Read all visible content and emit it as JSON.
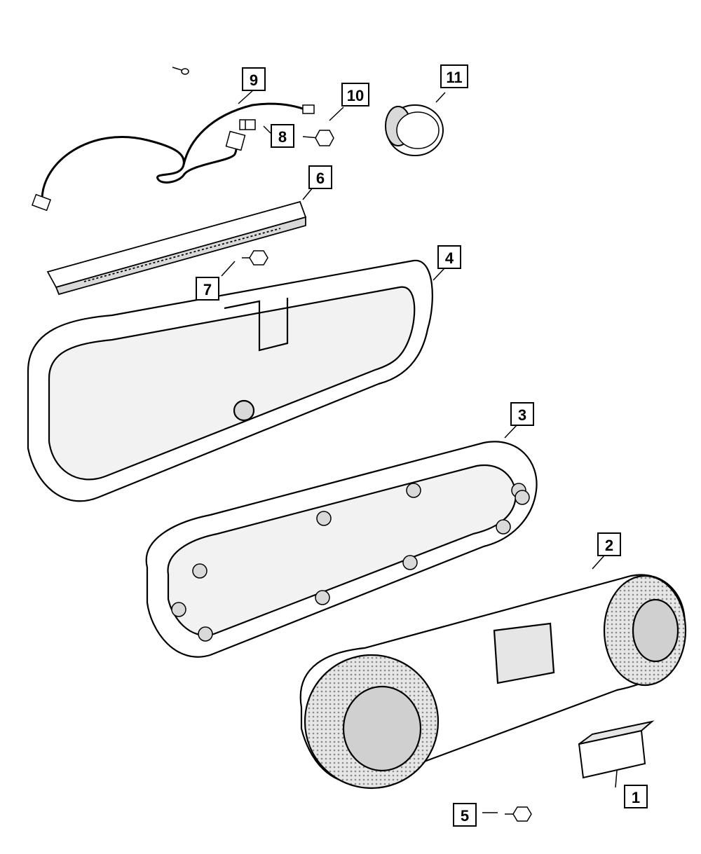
{
  "diagram": {
    "callouts": [
      {
        "id": "1",
        "label": "1"
      },
      {
        "id": "2",
        "label": "2"
      },
      {
        "id": "3",
        "label": "3"
      },
      {
        "id": "4",
        "label": "4"
      },
      {
        "id": "5",
        "label": "5"
      },
      {
        "id": "6",
        "label": "6"
      },
      {
        "id": "7",
        "label": "7"
      },
      {
        "id": "8",
        "label": "8"
      },
      {
        "id": "9",
        "label": "9"
      },
      {
        "id": "10",
        "label": "10"
      },
      {
        "id": "11",
        "label": "11"
      }
    ],
    "colors": {
      "line": "#000000",
      "fill": "#ffffff",
      "shade": "#d9d9d9",
      "mesh": "#9a9a9a"
    }
  }
}
